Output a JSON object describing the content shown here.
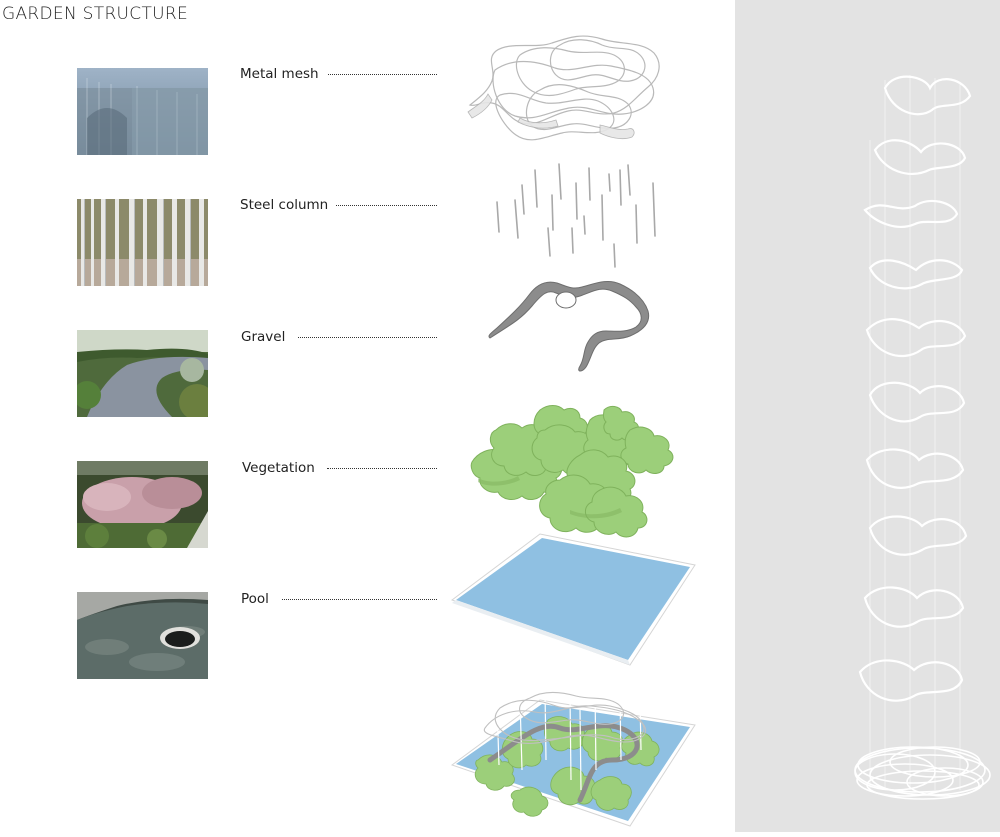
{
  "title": "GARDEN STRUCTURE",
  "layers": [
    {
      "label": "Metal mesh"
    },
    {
      "label": "Steel column"
    },
    {
      "label": "Gravel"
    },
    {
      "label": "Vegetation"
    },
    {
      "label": "Pool"
    }
  ],
  "colors": {
    "background": "#ffffff",
    "side_panel": "#e3e3e3",
    "vegetation_green": "#9ccf7a",
    "pool_blue": "#8fc0e2",
    "gravel_gray": "#8c8c8c",
    "mesh_gray": "#bfbfbf",
    "column_gray": "#a8a8a8"
  },
  "icons": [
    "metal-mesh-photo",
    "steel-column-photo",
    "gravel-photo",
    "vegetation-photo",
    "pool-photo"
  ]
}
